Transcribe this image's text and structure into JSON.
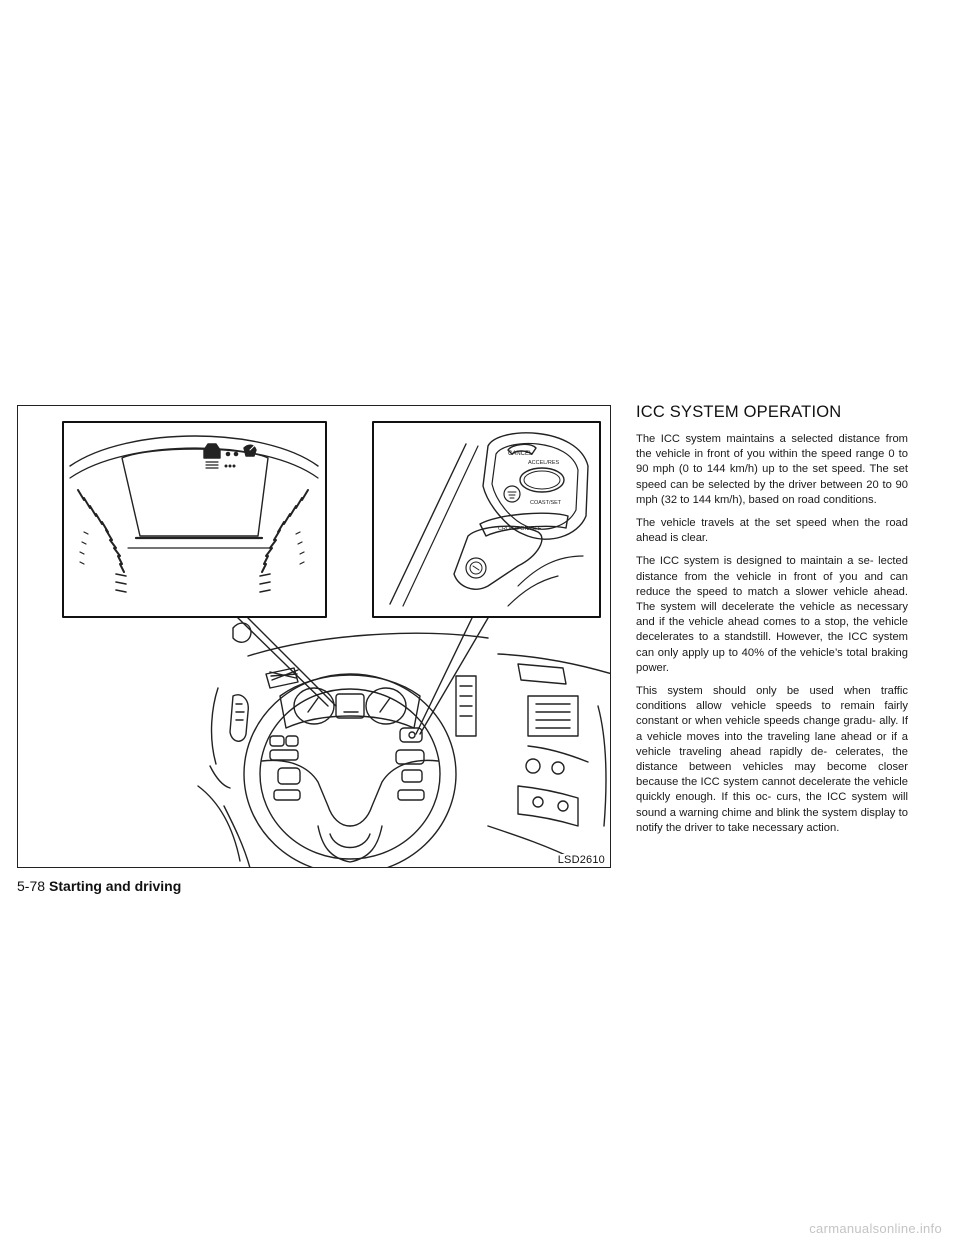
{
  "figure": {
    "label": "LSD2610",
    "switch_labels": {
      "cancel": "CANCEL",
      "accel_res": "ACCEL/RES",
      "coast_set": "COAST/SET",
      "cruise_on_off": "CRUISE ON/OFF"
    }
  },
  "section": {
    "heading": "ICC SYSTEM OPERATION",
    "paragraphs": [
      "The ICC system maintains a selected distance from the vehicle in front of you within the speed range 0 to 90 mph (0 to 144 km/h) up to the set speed. The set speed can be selected by the driver between 20 to 90 mph (32 to 144 km/h), based on road conditions.",
      "The vehicle travels at the set speed when the road ahead is clear.",
      "The ICC system is designed to maintain a se- lected distance from the vehicle in front of you and can reduce the speed to match a slower vehicle ahead. The system will decelerate the vehicle as necessary and if the vehicle ahead comes to a stop, the vehicle decelerates to a standstill. However, the ICC system can only apply up to 40% of the vehicle’s total braking power.",
      "This system should only be used when traffic conditions allow vehicle speeds to remain fairly constant or when vehicle speeds change gradu- ally. If a vehicle moves into the traveling lane ahead or if a vehicle traveling ahead rapidly de- celerates, the distance between vehicles may become closer because the ICC system cannot decelerate the vehicle quickly enough. If this oc- curs, the ICC system will sound a warning chime and blink the system display to notify the driver to take necessary action."
    ]
  },
  "footer": {
    "page_number": "5-78",
    "chapter_title": "Starting and driving"
  },
  "watermark": "carmanualsonline.info"
}
